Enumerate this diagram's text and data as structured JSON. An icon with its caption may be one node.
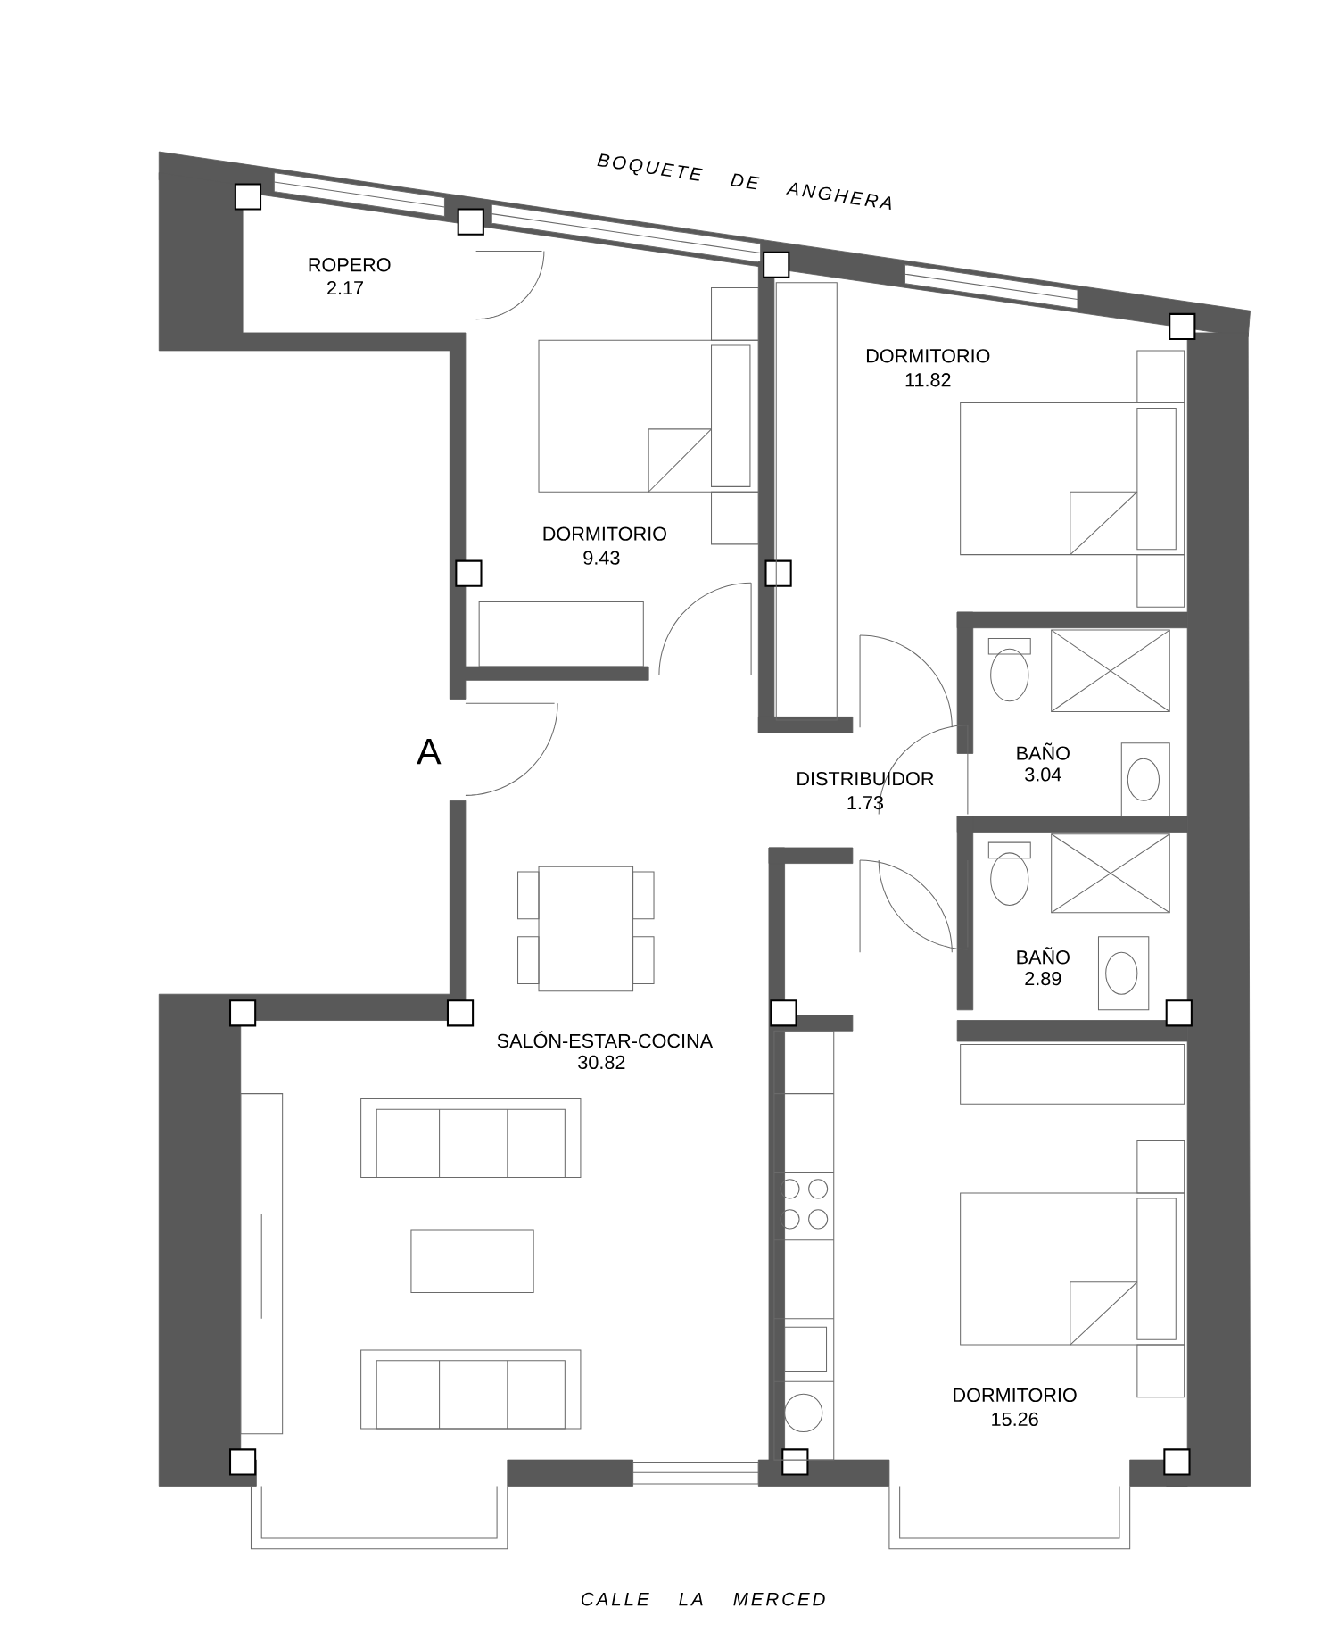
{
  "diagram": {
    "labels": [
      "BOQUETE DE ANGHERA",
      "ROPERO",
      "2.17",
      "DORMITORIO",
      "11.82",
      "DORMITORIO",
      "9.43",
      "A",
      "BAÑO",
      "3.04",
      "DISTRIBUIDOR",
      "1.73",
      "BAÑO",
      "2.89",
      "SALÓN-ESTAR-COCINA",
      "30.82",
      "DORMITORIO",
      "15.26",
      "CALLE LA MERCED"
    ]
  }
}
